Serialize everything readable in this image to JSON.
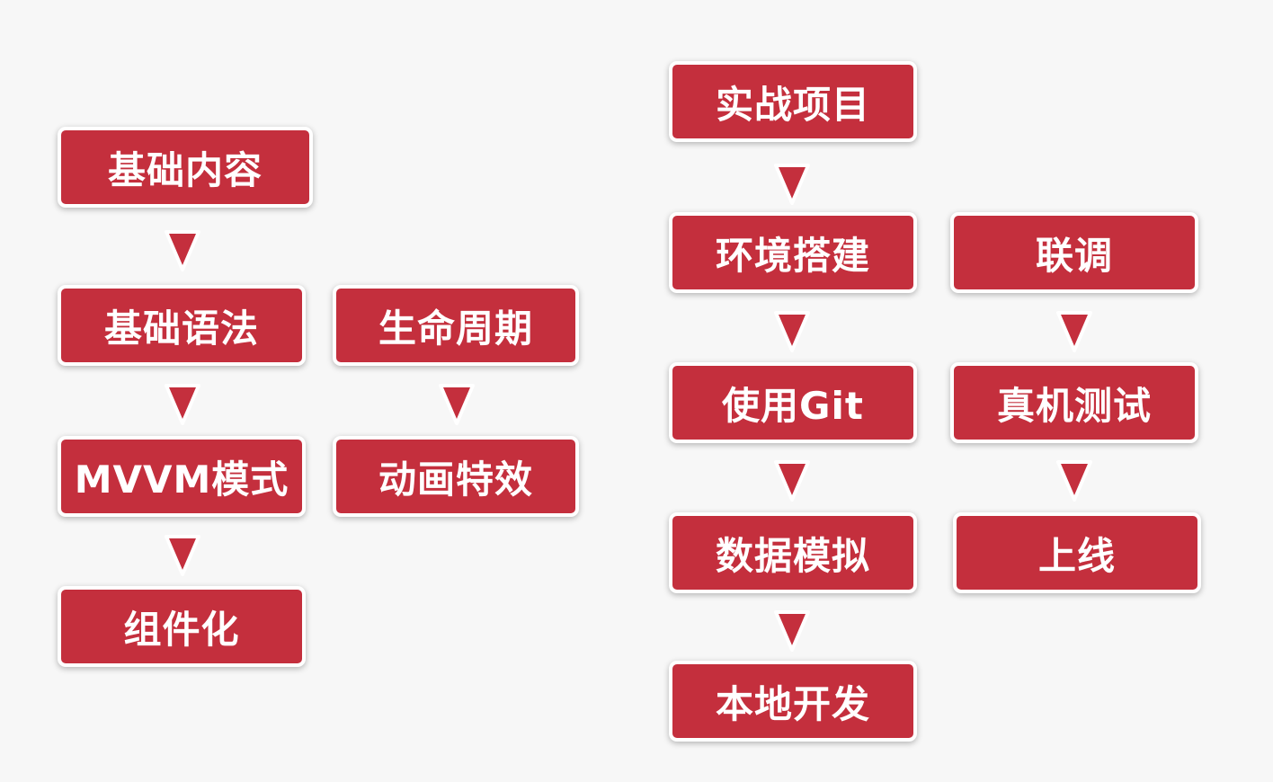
{
  "colors": {
    "box_fill": "#c42f3d",
    "box_border": "#ffffff",
    "text": "#ffffff",
    "arrow_fill": "#c42f3d",
    "background": "#f7f7f7"
  },
  "columns": {
    "col1": [
      "基础内容",
      "基础语法",
      "MVVM模式",
      "组件化"
    ],
    "col2": [
      "生命周期",
      "动画特效"
    ],
    "col3": [
      "实战项目",
      "环境搭建",
      "使用Git",
      "数据模拟",
      "本地开发"
    ],
    "col4": [
      "联调",
      "真机测试",
      "上线"
    ]
  }
}
